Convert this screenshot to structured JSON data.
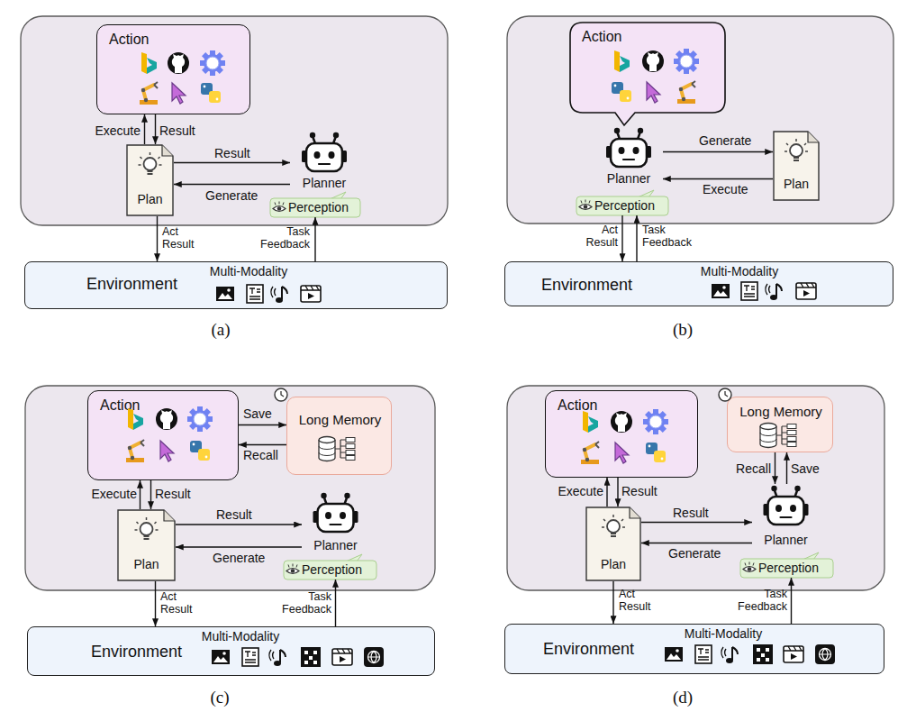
{
  "diagram": {
    "nodes": [
      {
        "text": [
          "Action"
        ]
      },
      {
        "text": [
          "Plan"
        ]
      },
      {
        "text": [
          "Planner"
        ]
      },
      {
        "text": [
          "Perception"
        ]
      },
      {
        "text": [
          "Environment",
          "Multi-Modality"
        ]
      },
      {
        "text": [
          "Action"
        ]
      },
      {
        "text": [
          "Planner"
        ]
      },
      {
        "text": [
          "Perception"
        ]
      },
      {
        "text": [
          "Plan"
        ]
      },
      {
        "text": [
          "Environment",
          "Multi-Modality"
        ]
      },
      {
        "text": [
          "Action"
        ]
      },
      {
        "text": [
          "Long Memory"
        ]
      },
      {
        "text": [
          "Plan"
        ]
      },
      {
        "text": [
          "Planner"
        ]
      },
      {
        "text": [
          "Perception"
        ]
      },
      {
        "text": [
          "Environment",
          "Multi-Modality"
        ]
      },
      {
        "text": [
          "Action"
        ]
      },
      {
        "text": [
          "Long Memory"
        ]
      },
      {
        "text": [
          "Planner"
        ]
      },
      {
        "text": [
          "Plan"
        ]
      },
      {
        "text": [
          "Perception"
        ]
      },
      {
        "text": [
          "Environment",
          "Multi-Modality"
        ]
      }
    ],
    "edges": [
      {
        "from": 1,
        "to": 0,
        "label": "Execute",
        "arrow": "to"
      },
      {
        "from": 0,
        "to": 1,
        "label": "Result",
        "arrow": "to"
      },
      {
        "from": 1,
        "to": 2,
        "label": "Result",
        "arrow": "to"
      },
      {
        "from": 2,
        "to": 1,
        "label": "Generate",
        "arrow": "to"
      },
      {
        "from": 1,
        "to": 4,
        "label": "Act Result",
        "arrow": "to"
      },
      {
        "from": 4,
        "to": 3,
        "label": "Task Feedback",
        "arrow": "to"
      },
      {
        "from": 6,
        "to": 8,
        "label": "Generate",
        "arrow": "to"
      },
      {
        "from": 8,
        "to": 6,
        "label": "Execute",
        "arrow": "to"
      },
      {
        "from": 7,
        "to": 9,
        "label": "Act Result",
        "arrow": "to"
      },
      {
        "from": 9,
        "to": 7,
        "label": "Task Feedback",
        "arrow": "to"
      },
      {
        "from": 12,
        "to": 10,
        "label": "Execute",
        "arrow": "to"
      },
      {
        "from": 10,
        "to": 12,
        "label": "Result",
        "arrow": "to"
      },
      {
        "from": 10,
        "to": 11,
        "label": "Save",
        "arrow": "to"
      },
      {
        "from": 11,
        "to": 10,
        "label": "Recall",
        "arrow": "to"
      },
      {
        "from": 12,
        "to": 13,
        "label": "Result",
        "arrow": "to"
      },
      {
        "from": 13,
        "to": 12,
        "label": "Generate",
        "arrow": "to"
      },
      {
        "from": 12,
        "to": 15,
        "label": "Act Result",
        "arrow": "to"
      },
      {
        "from": 15,
        "to": 14,
        "label": "Task Feedback",
        "arrow": "to"
      },
      {
        "from": 19,
        "to": 16,
        "label": "Execute",
        "arrow": "to"
      },
      {
        "from": 16,
        "to": 19,
        "label": "Result",
        "arrow": "to"
      },
      {
        "from": 17,
        "to": 18,
        "label": "Recall",
        "arrow": "to"
      },
      {
        "from": 18,
        "to": 17,
        "label": "Save",
        "arrow": "to"
      },
      {
        "from": 19,
        "to": 18,
        "label": "Result",
        "arrow": "to"
      },
      {
        "from": 18,
        "to": 19,
        "label": "Generate",
        "arrow": "to"
      },
      {
        "from": 19,
        "to": 21,
        "label": "Act Result",
        "arrow": "to"
      },
      {
        "from": 21,
        "to": 20,
        "label": "Task Feedback",
        "arrow": "to"
      }
    ],
    "labels": [
      "(a)",
      "(b)",
      "(c)",
      "(d)"
    ]
  }
}
